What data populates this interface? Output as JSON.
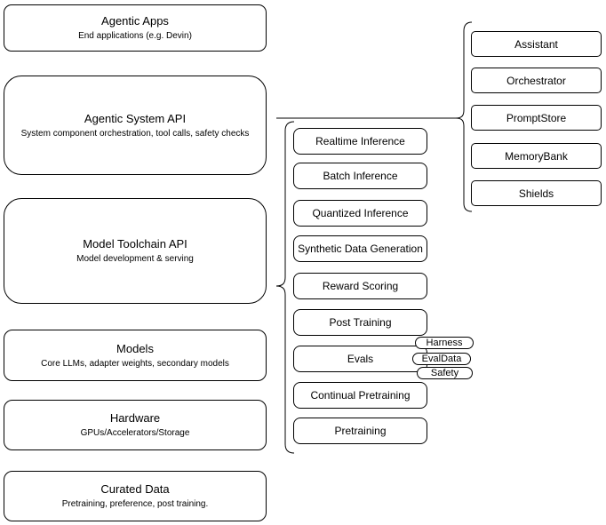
{
  "left_stack": [
    {
      "title": "Agentic Apps",
      "subtitle": "End applications (e.g. Devin)"
    },
    {
      "title": "Agentic System API",
      "subtitle": "System component orchestration, tool calls, safety checks"
    },
    {
      "title": "Model Toolchain API",
      "subtitle": "Model development & serving"
    },
    {
      "title": "Models",
      "subtitle": "Core LLMs, adapter weights, secondary models"
    },
    {
      "title": "Hardware",
      "subtitle": "GPUs/Accelerators/Storage"
    },
    {
      "title": "Curated Data",
      "subtitle": "Pretraining, preference, post training."
    }
  ],
  "toolchain_components": [
    "Realtime Inference",
    "Batch Inference",
    "Quantized Inference",
    "Synthetic Data Generation",
    "Reward Scoring",
    "Post Training",
    "Evals",
    "Continual Pretraining",
    "Pretraining"
  ],
  "eval_pills": [
    "Harness",
    "EvalData",
    "Safety"
  ],
  "system_components": [
    "Assistant",
    "Orchestrator",
    "PromptStore",
    "MemoryBank",
    "Shields"
  ],
  "colors": {
    "stroke": "#000000",
    "background": "#ffffff",
    "text": "#000000"
  }
}
